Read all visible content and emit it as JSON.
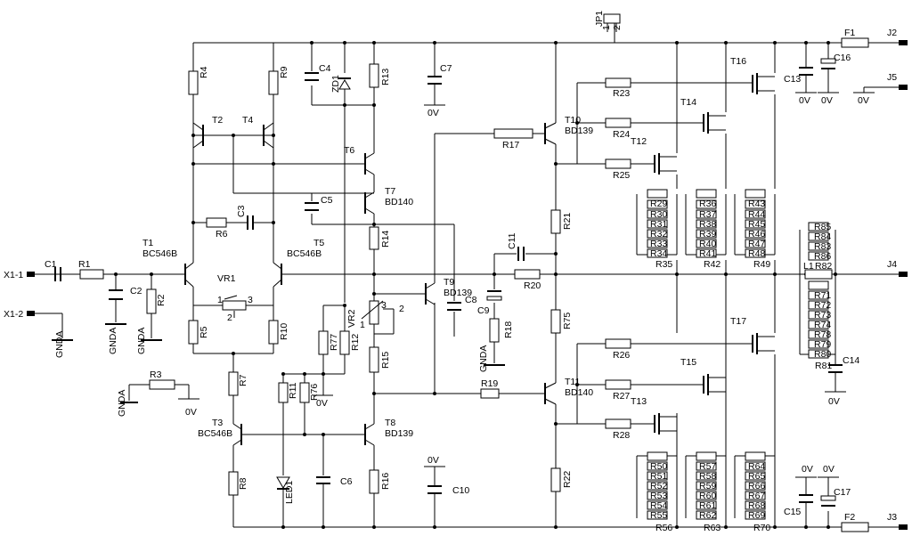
{
  "schematic": {
    "parts": {
      "X1_1": "X1-1",
      "X1_2": "X1-2",
      "GNDA": "GNDA",
      "C1": "C1",
      "R1": "R1",
      "C2": "C2",
      "R2": "R2",
      "R3": "R3",
      "T1": "T1",
      "BC546B": "BC546B",
      "T2": "T2",
      "T4": "T4",
      "T5": "T5",
      "R4": "R4",
      "R9": "R9",
      "R5": "R5",
      "R10": "R10",
      "R6": "R6",
      "C3": "C3",
      "VR1": "VR1",
      "R7": "R7",
      "R8": "R8",
      "T3": "T3",
      "C4": "C4",
      "ZD1": "ZD1",
      "R13": "R13",
      "C7": "C7",
      "T6": "T6",
      "T7": "T7",
      "BD140": "BD140",
      "C5": "C5",
      "R14": "R14",
      "R77": "R77",
      "R12": "R12",
      "VR2": "VR2",
      "R11": "R11",
      "R76": "R76",
      "R15": "R15",
      "LED1": "LED1",
      "C6": "C6",
      "R16": "R16",
      "T8": "T8",
      "BD139": "BD139",
      "C10": "C10",
      "T9": "T9",
      "C8": "C8",
      "C9": "C9",
      "R18": "R18",
      "C11": "C11",
      "R20": "R20",
      "R17": "R17",
      "R19": "R19",
      "T10": "T10",
      "T11": "T11",
      "R21": "R21",
      "R75": "R75",
      "R22": "R22",
      "JP1": "JP1",
      "T16": "T16",
      "T14": "T14",
      "T12": "T12",
      "T17": "T17",
      "T15": "T15",
      "T13": "T13",
      "R23": "R23",
      "R24": "R24",
      "R25": "R25",
      "R26": "R26",
      "R27": "R27",
      "R28": "R28",
      "R35": "R35",
      "R42": "R42",
      "R49": "R49",
      "R56": "R56",
      "R63": "R63",
      "R70": "R70",
      "C13": "C13",
      "C14": "C14",
      "C15": "C15",
      "C16": "C16",
      "C17": "C17",
      "F1": "F1",
      "F2": "F2",
      "J2": "J2",
      "J3": "J3",
      "J4": "J4",
      "J5": "J5",
      "L1": "L1",
      "R82": "R82",
      "R81": "R81",
      "V0": "0V",
      "pin1": "1",
      "pin2": "2",
      "pin3": "3"
    },
    "banks": {
      "b1": [
        "R29",
        "R30",
        "R31",
        "R32",
        "R33",
        "R34"
      ],
      "b2": [
        "R36",
        "R37",
        "R38",
        "R39",
        "R40",
        "R41"
      ],
      "b3": [
        "R43",
        "R44",
        "R45",
        "R46",
        "R47",
        "R48"
      ],
      "b4": [
        "R50",
        "R51",
        "R52",
        "R53",
        "R54",
        "R55"
      ],
      "b5": [
        "R57",
        "R58",
        "R59",
        "R60",
        "R61",
        "R62"
      ],
      "b6": [
        "R64",
        "R65",
        "R66",
        "R67",
        "R68",
        "R69"
      ],
      "upperOut": [
        "R85",
        "R84",
        "R83",
        "R86"
      ],
      "lowerOut": [
        "R71",
        "R72",
        "R73",
        "R74",
        "R78",
        "R79",
        "R80"
      ]
    }
  }
}
